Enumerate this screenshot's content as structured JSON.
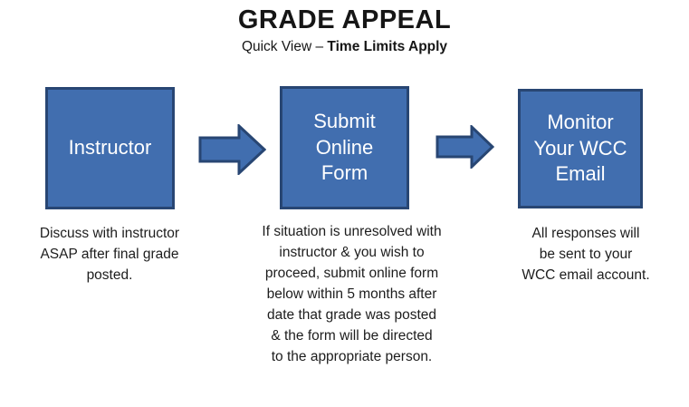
{
  "header": {
    "title": "GRADE APPEAL",
    "subtitle_prefix": "Quick View – ",
    "subtitle_bold": "Time Limits Apply"
  },
  "steps": [
    {
      "label": "Instructor",
      "description": "Discuss with instructor\nASAP after final grade\nposted."
    },
    {
      "label": "Submit\nOnline\nForm",
      "description": "If situation is unresolved with\ninstructor & you wish to\nproceed,  submit online form\nbelow within 5 months after\ndate that grade was posted\n& the form will be directed\nto the appropriate person."
    },
    {
      "label": "Monitor\nYour WCC\nEmail",
      "description": "All responses will\nbe sent to your\nWCC email account."
    }
  ],
  "icons": {
    "arrow_1": "right-arrow",
    "arrow_2": "right-arrow"
  },
  "colors": {
    "box_fill": "#416eaf",
    "box_border": "#284673",
    "text_color": "#1d1d1d",
    "label_color": "#ffffff",
    "bg": "#ffffff"
  }
}
